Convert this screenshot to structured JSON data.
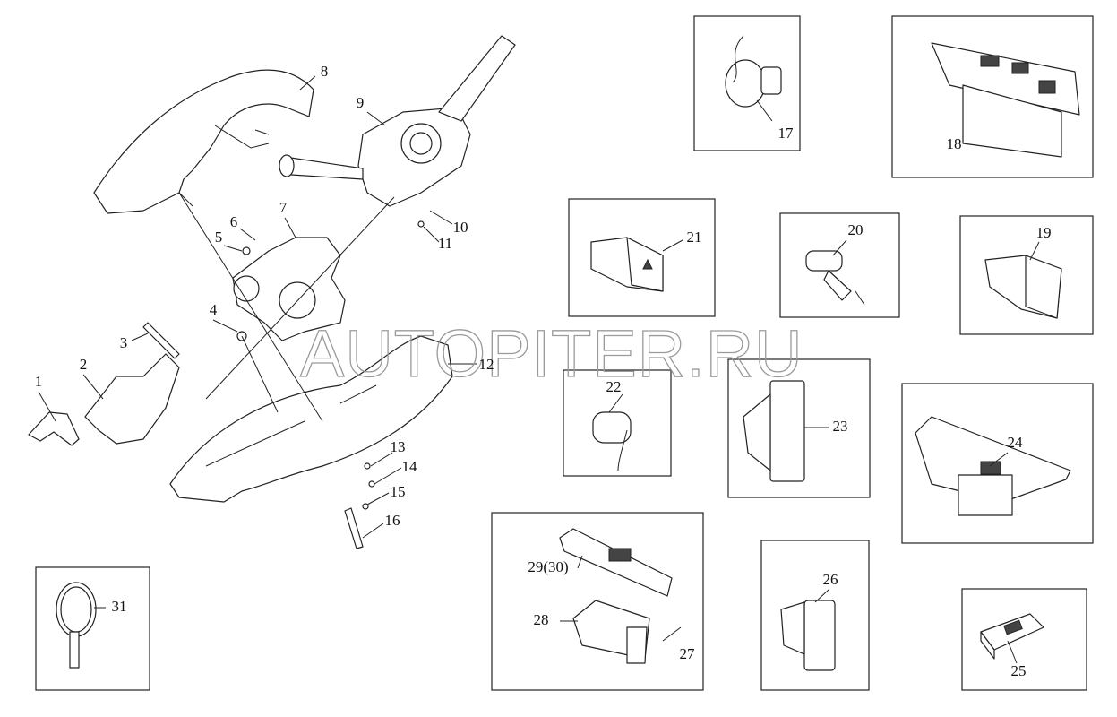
{
  "watermark": "AUTOPITER.RU",
  "labels": {
    "p1": "1",
    "p2": "2",
    "p3": "3",
    "p4": "4",
    "p5": "5",
    "p6": "6",
    "p7": "7",
    "p8": "8",
    "p9": "9",
    "p10": "10",
    "p11": "11",
    "p12": "12",
    "p13": "13",
    "p14": "14",
    "p15": "15",
    "p16": "16",
    "p17": "17",
    "p18": "18",
    "p19": "19",
    "p20": "20",
    "p21": "21",
    "p22": "22",
    "p23": "23",
    "p24": "24",
    "p25": "25",
    "p26": "26",
    "p27": "27",
    "p28": "28",
    "p29": "29(30)",
    "p31": "31"
  }
}
